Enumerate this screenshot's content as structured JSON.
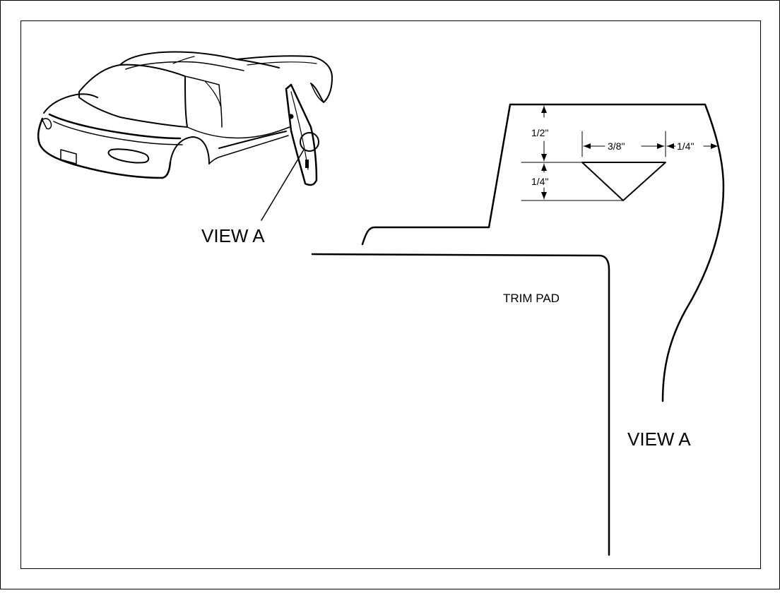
{
  "diagram": {
    "labels": {
      "view_a_callout": "VIEW A",
      "view_a_detail": "VIEW A",
      "trim_pad": "TRIM PAD"
    },
    "dimensions": {
      "top_height": "1/2\"",
      "notch_height": "1/4\"",
      "notch_width": "3/8\"",
      "edge_offset": "1/4\""
    },
    "colors": {
      "line": "#000000",
      "background": "#ffffff"
    }
  }
}
